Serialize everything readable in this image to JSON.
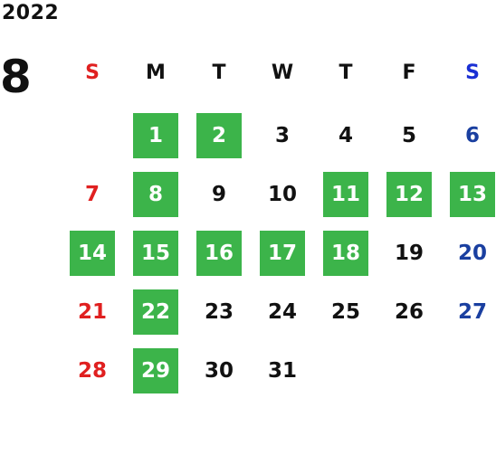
{
  "calendar": {
    "year": "2022",
    "month": "8",
    "weekdays": [
      {
        "label": "S",
        "color": "#e02020"
      },
      {
        "label": "M",
        "color": "#111111"
      },
      {
        "label": "T",
        "color": "#111111"
      },
      {
        "label": "W",
        "color": "#111111"
      },
      {
        "label": "T",
        "color": "#111111"
      },
      {
        "label": "F",
        "color": "#111111"
      },
      {
        "label": "S",
        "color": "#1a2fd4"
      }
    ],
    "highlight_color": "#3cb44a",
    "sunday_color": "#e02020",
    "saturday_color": "#1a3fa0",
    "weekday_color": "#111111",
    "weeks": [
      [
        null,
        {
          "day": "1",
          "highlighted": true
        },
        {
          "day": "2",
          "highlighted": true
        },
        {
          "day": "3",
          "highlighted": false
        },
        {
          "day": "4",
          "highlighted": false
        },
        {
          "day": "5",
          "highlighted": false
        },
        {
          "day": "6",
          "highlighted": false
        }
      ],
      [
        {
          "day": "7",
          "highlighted": false
        },
        {
          "day": "8",
          "highlighted": true
        },
        {
          "day": "9",
          "highlighted": false
        },
        {
          "day": "10",
          "highlighted": false
        },
        {
          "day": "11",
          "highlighted": true
        },
        {
          "day": "12",
          "highlighted": true
        },
        {
          "day": "13",
          "highlighted": true
        }
      ],
      [
        {
          "day": "14",
          "highlighted": true
        },
        {
          "day": "15",
          "highlighted": true
        },
        {
          "day": "16",
          "highlighted": true
        },
        {
          "day": "17",
          "highlighted": true
        },
        {
          "day": "18",
          "highlighted": true
        },
        {
          "day": "19",
          "highlighted": false
        },
        {
          "day": "20",
          "highlighted": false
        }
      ],
      [
        {
          "day": "21",
          "highlighted": false
        },
        {
          "day": "22",
          "highlighted": true
        },
        {
          "day": "23",
          "highlighted": false
        },
        {
          "day": "24",
          "highlighted": false
        },
        {
          "day": "25",
          "highlighted": false
        },
        {
          "day": "26",
          "highlighted": false
        },
        {
          "day": "27",
          "highlighted": false
        }
      ],
      [
        {
          "day": "28",
          "highlighted": false
        },
        {
          "day": "29",
          "highlighted": true
        },
        {
          "day": "30",
          "highlighted": false
        },
        {
          "day": "31",
          "highlighted": false
        },
        null,
        null,
        null
      ]
    ]
  }
}
